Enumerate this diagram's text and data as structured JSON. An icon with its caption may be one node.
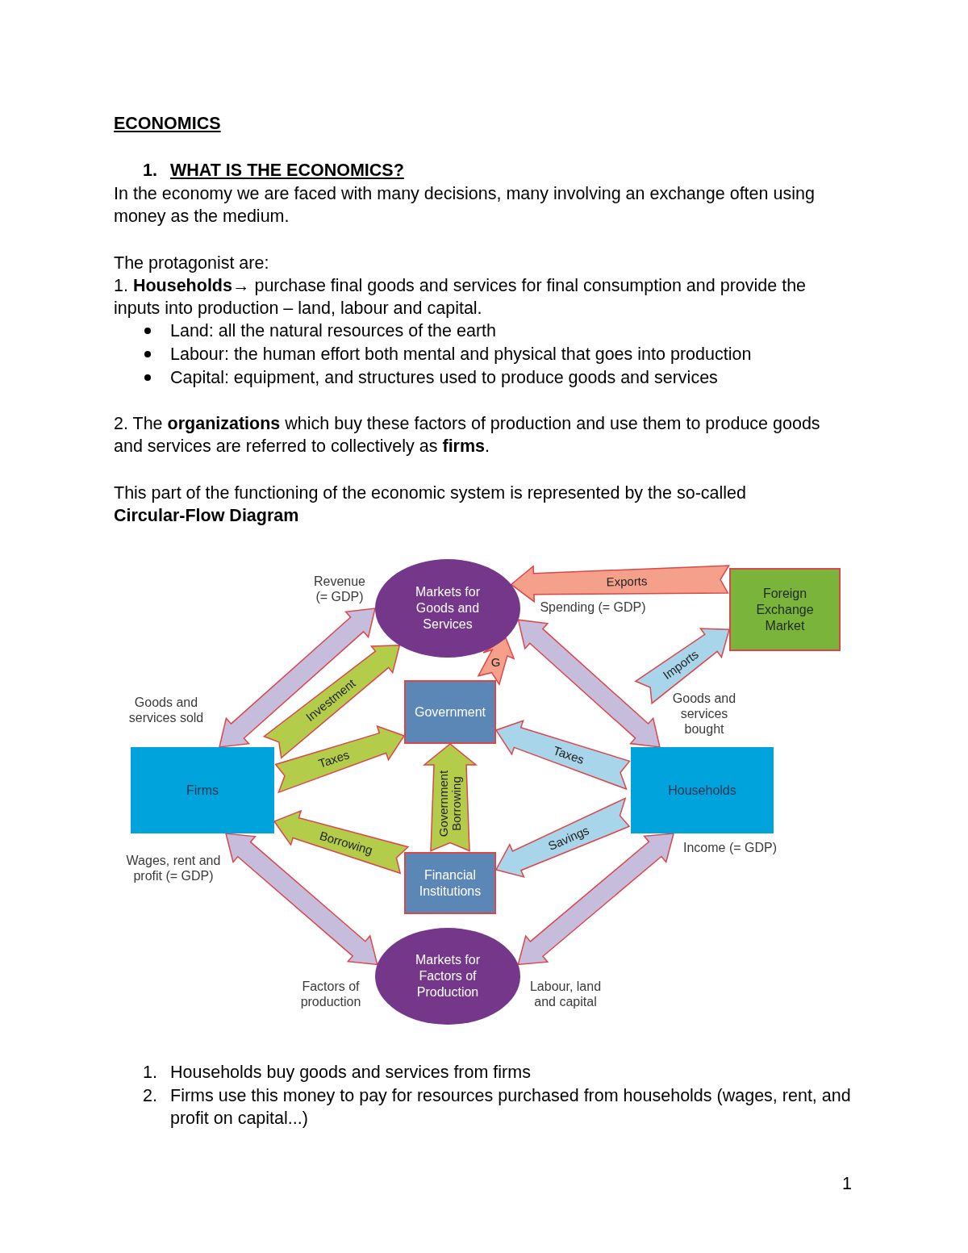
{
  "diagram": {
    "title": "ECONOMICS",
    "nodes": [
      {
        "text": [
          "Markets for Goods and Services"
        ]
      },
      {
        "text": [
          "Government"
        ]
      },
      {
        "text": [
          "Foreign Exchange Market"
        ]
      },
      {
        "text": [
          "Firms"
        ]
      },
      {
        "text": [
          "Households"
        ]
      },
      {
        "text": [
          "Financial Institutions"
        ]
      },
      {
        "text": [
          "Markets for Factors of Production"
        ]
      }
    ],
    "edges": [
      {
        "from": 3,
        "to": 0,
        "arrow": "both",
        "color": "#c5bddb"
      },
      {
        "from": 3,
        "to": 0,
        "arrow": "to",
        "label": "Investment",
        "color": "#b3cd4a"
      },
      {
        "from": 3,
        "to": 1,
        "arrow": "to",
        "label": "Taxes",
        "color": "#b3cd4a"
      },
      {
        "from": 5,
        "to": 3,
        "arrow": "to",
        "label": "Borrowing",
        "color": "#b3cd4a"
      },
      {
        "from": 5,
        "to": 1,
        "arrow": "to",
        "label": "Government Borrowing",
        "color": "#b3cd4a"
      },
      {
        "from": 1,
        "to": 0,
        "arrow": "to",
        "label": "G",
        "color": "#f4a08a"
      },
      {
        "from": 0,
        "to": 4,
        "arrow": "both",
        "color": "#c5bddb"
      },
      {
        "from": 2,
        "to": 0,
        "arrow": "to",
        "label": "Exports",
        "color": "#f4a08a"
      },
      {
        "from": null,
        "to": 2,
        "arrow": "to",
        "label": "Imports",
        "color": "#a9d5ea"
      },
      {
        "from": 4,
        "to": 1,
        "arrow": "to",
        "label": "Taxes",
        "color": "#a9d5ea"
      },
      {
        "from": 4,
        "to": 5,
        "arrow": "to",
        "label": "Savings",
        "color": "#a9d5ea"
      },
      {
        "from": 3,
        "to": 6,
        "arrow": "both",
        "color": "#c5bddb"
      },
      {
        "from": 6,
        "to": 4,
        "arrow": "both",
        "color": "#c5bddb"
      }
    ],
    "labels": [
      "1.",
      "WHAT IS THE ECONOMICS?",
      "In the economy we are faced with many decisions, many involving an exchange often using money as the medium.",
      "The protagonist are:",
      "1. **Households**→ purchase final goods and services for final consumption and provide the inputs into production – land, labour and capital.",
      "Land: all the natural resources of the earth",
      "Labour: the human effort both mental and physical that goes into production",
      "Capital: equipment, and structures used to produce goods and services",
      "2. The **organizations** which buy these factors of production and use them to produce goods and services are referred to collectively as **firms**.",
      "This part of the functioning of the economic system is represented by the so-called",
      "Circular-Flow Diagram",
      "Revenue (= GDP)",
      "Spending (= GDP)",
      "Goods and services sold",
      "Goods and services bought",
      "Wages, rent and profit (= GDP)",
      "Income (= GDP)",
      "Factors of production",
      "Labour, land and capital",
      "1.",
      "Households buy goods and services from firms",
      "2.",
      "Firms use this money to pay for resources purchased from households (wages, rent, and profit on capital...)",
      "1"
    ]
  }
}
